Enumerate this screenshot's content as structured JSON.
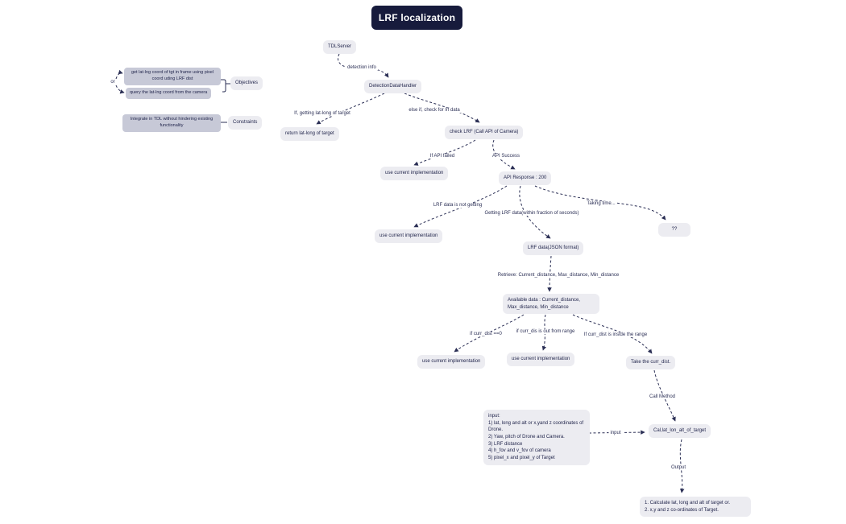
{
  "title": "LRF localization",
  "colors": {
    "title_bg": "#171b3c",
    "node_bg": "#ececf1",
    "side_node_bg": "#c7c9d7",
    "line": "#2b2f55",
    "text": "#23274d"
  },
  "side": {
    "or_label": "or",
    "objective_1": "get lat-lng coord of tgt in frame using pixel coord uding LRF dist",
    "objective_2": "query the lat-lng coord from the camera",
    "objectives_label": "Objectives",
    "constraint_1": "Integrate in TDL without hindering existing functionality",
    "constraints_label": "Constraints"
  },
  "nodes": {
    "tdl_server": "TDLServer",
    "detection_data_handler": "DetectionDataHandler",
    "return_lat_long": "return lat-long of target",
    "check_lrf": "check LRF (Call API of Camera)",
    "use_current_implementation_1": "use current implementation",
    "api_response_200": "API Response : 200",
    "use_current_implementation_2": "use current implementation",
    "unknown": "??",
    "lrf_data_json": "LRF data(JSON format)",
    "available_data": "Available data : Current_distance, Max_distance, Min_distance",
    "use_current_implementation_3": "use current implementation",
    "use_current_implementation_4": "use current implementation",
    "take_curr_dist": "Take the curr_dist.",
    "calc_inputs": "input:\n1) lat, long and alt or x,yand z coordinates of Drone.\n2) Yaw, pitch of Drone and Camera.\n3) LRF distance\n4) h_fov and v_fov of camera\n5) pixel_x and pixel_y of Target",
    "cal_lat_lon_alt": "Cal,lat_lon_alt_of_target",
    "final_output": "1. Calculate lat, long and alt of target or.\n2. x,y and z co-ordinates of Target."
  },
  "edge_labels": {
    "detection_info": "detection info",
    "if_getting_lat_long": "If, getting lat-long of target",
    "else_if_check_lrf": "else if, check for lrf data",
    "if_api_failed": "If API failed",
    "api_success": "API Success",
    "lrf_data_not_getting": "LRF data is not getting",
    "getting_lrf_data": "Getting LRF data(within fraction of seconds)",
    "taking_time": "Taking time...",
    "retrieve": "Retrieve: Current_distance, Max_distance, Min_distance",
    "if_curr_dist_zero": "if curr_dist ==0",
    "if_curr_dis_out": "if curr_dis is out from range",
    "if_curr_dist_inside": "If curr_dist is inside the range",
    "call_method": "Call Method",
    "input": "input",
    "output": "Output"
  }
}
